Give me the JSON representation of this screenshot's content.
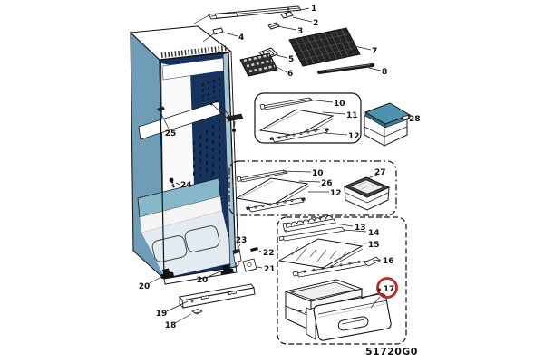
{
  "diagram": {
    "subject": "refrigerator-exploded-parts-diagram",
    "code": "51720G0",
    "highlighted_part": "17"
  },
  "highlight": {
    "part": "17",
    "color": "#c3251f"
  },
  "colors": {
    "cabinet_side": "#6f9cb7",
    "cabinet_interior": "#16335e",
    "evaporator_teal": "#86b8c9",
    "inner_right_wall": "#a3c4d6",
    "lid_teal": "#4e93ad",
    "line": "#1a1a1a"
  },
  "labels": {
    "p1": "1",
    "p2": "2",
    "p3": "3",
    "p4": "4",
    "p5": "5",
    "p6": "6",
    "p7": "7",
    "p8": "8",
    "p10a": "10",
    "p11": "11",
    "p12a": "12",
    "p28": "28",
    "p10b": "10",
    "p26": "26",
    "p12b": "12",
    "p27": "27",
    "p13": "13",
    "p14": "14",
    "p15": "15",
    "p16": "16",
    "p17": "17",
    "p18": "18",
    "p19": "19",
    "p20a": "20",
    "p20b": "20",
    "p21": "21",
    "p22": "22",
    "p23": "23",
    "p24": "24",
    "p25": "25",
    "code": "51720G0"
  }
}
